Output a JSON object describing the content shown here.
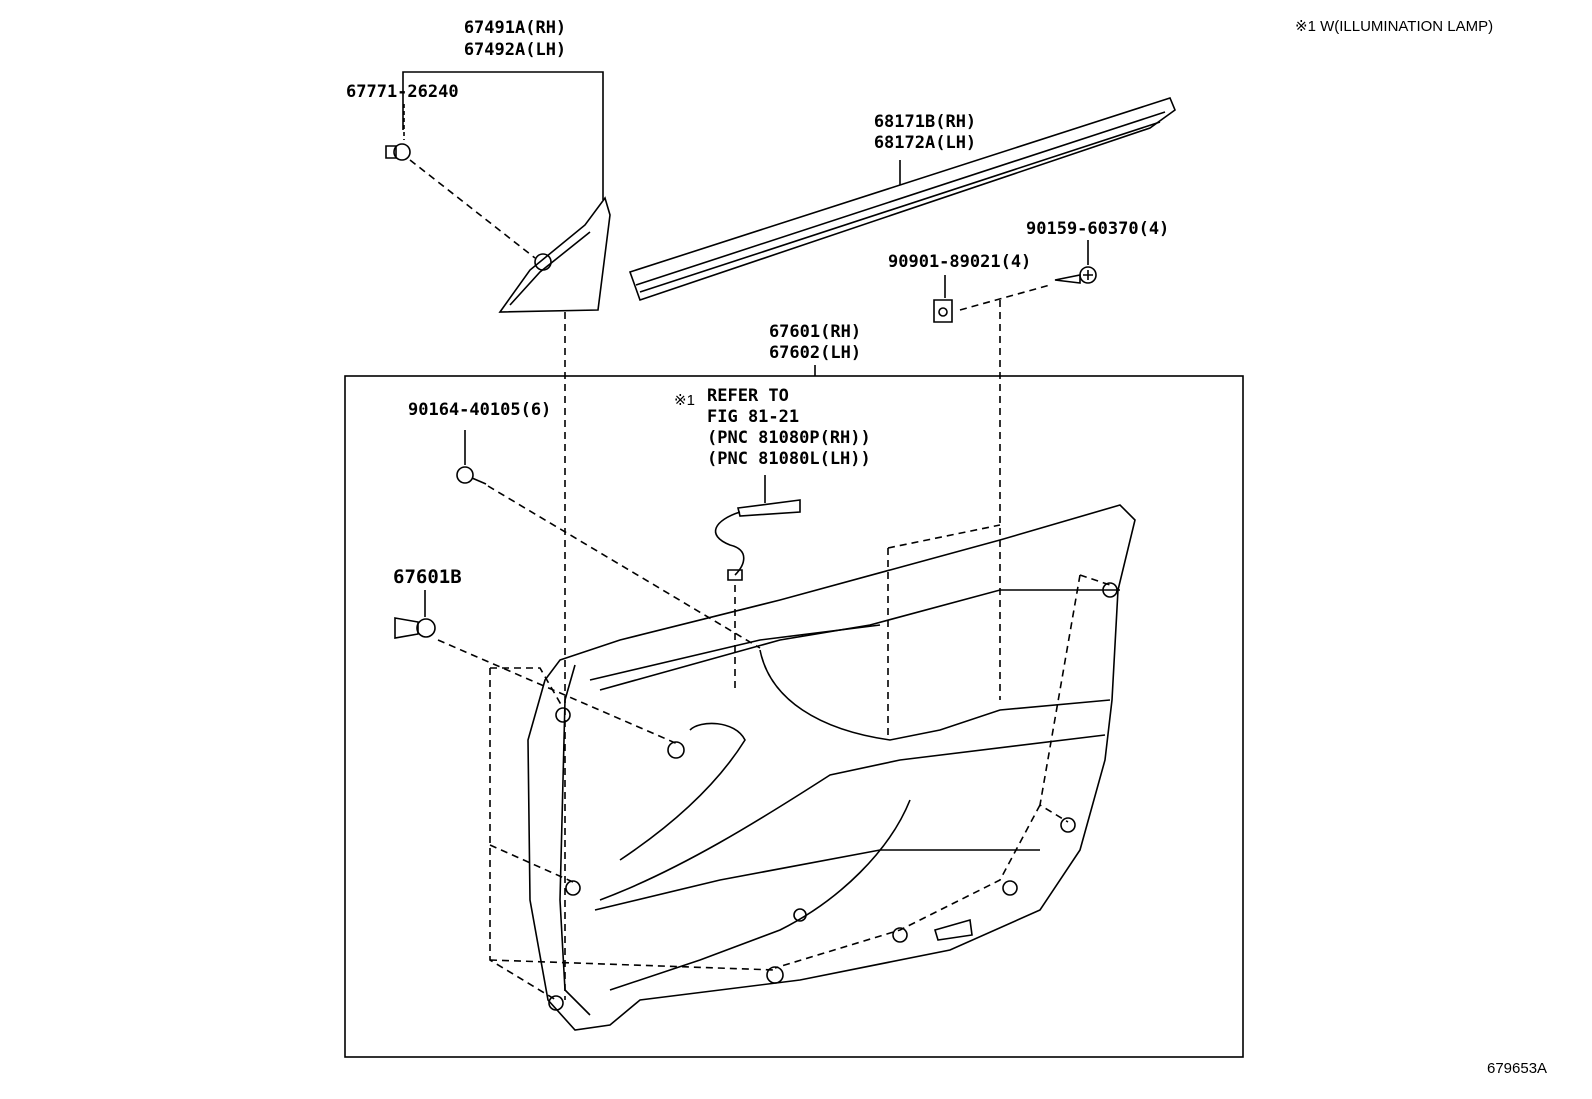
{
  "note": "※1 W(ILLUMINATION LAMP)",
  "figure_id": "679653A",
  "callouts": {
    "garnish": [
      "67491A(RH)",
      "67492A(LH)"
    ],
    "garnish_clip": "67771-26240",
    "weatherstrip": [
      "68171B(RH)",
      "68172A(LH)"
    ],
    "screw": "90159-60370(4)",
    "nut": "90901-89021(4)",
    "door_trim": [
      "67601(RH)",
      "67602(LH)"
    ],
    "trim_screw": "90164-40105(6)",
    "trim_clip": "67601B",
    "lamp_ref": {
      "mark": "※1",
      "lines": [
        "REFER TO",
        "FIG 81-21",
        "(PNC 81080P(RH))",
        "(PNC 81080L(LH))"
      ]
    }
  }
}
